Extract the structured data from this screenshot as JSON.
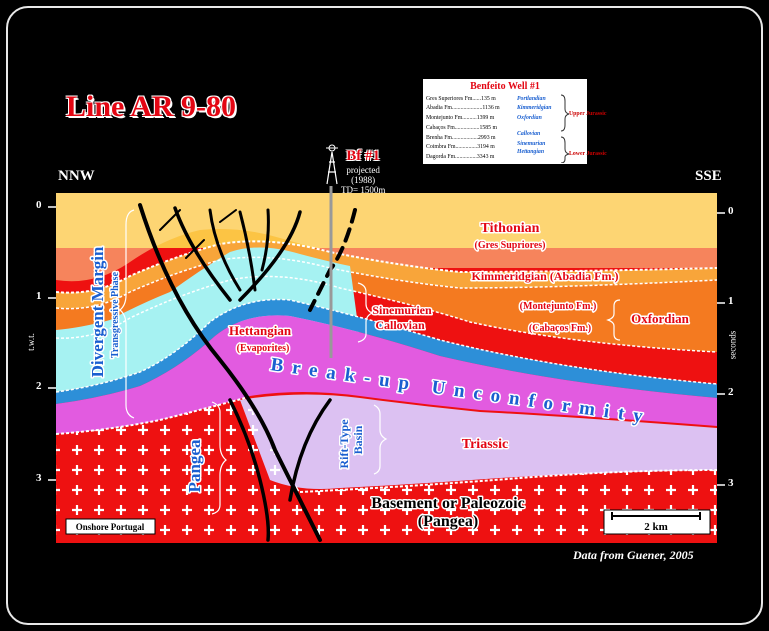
{
  "title": "Line AR 9-80",
  "orientation": {
    "left": "NNW",
    "right": "SSE"
  },
  "time_axis": {
    "left_label": "t.w.t.",
    "right_label": "seconds",
    "ticks": [
      "0",
      "1",
      "2",
      "3"
    ]
  },
  "well": {
    "name": "Bf #1",
    "status": "projected",
    "year": "(1988)",
    "td": "TD= 1500m"
  },
  "legend": {
    "title": "Benfeito Well #1",
    "formations": [
      "Gres Superiores Fm......135 m",
      "Abadia Fm.....................1136 m",
      "Montejunto Fm..........1399 m",
      "Cabaços Fm.................1585 m",
      "Brenha Fm..................2993 m",
      "Coimbra Fm...............3194 m",
      "Dagorda Fm...............3343 m"
    ],
    "stages": [
      "Portlandian",
      "Kimmeridgian",
      "Oxfordian",
      "Callovian",
      "Sinemurian",
      "Hettangian"
    ],
    "periods": [
      "Upper Jurassic",
      "Lower Jurassic"
    ]
  },
  "units": {
    "tithonian": "Tithonian",
    "tithonian_fm": "(Gres Supriores)",
    "kimmeridgian": "Kimmeridgian (Abadia Fm.)",
    "montejunto": "(Montejunto Fm.)",
    "cabacos": "(Cabaços Fm.)",
    "oxfordian": "Oxfordian",
    "sinemurien": "Sinemurien",
    "callovian": "Callovian",
    "hettangian": "Hettangian",
    "evaporites": "(Evaporites)",
    "triassic": "Triassic",
    "basement": "Basement or Paleozoic",
    "pangea_paren": "(Pangea)",
    "breakup": "Break-up Unconformity",
    "divergent": "Divergent Margin",
    "transgressive": "Transgressive Phase",
    "rift": "Rift-Type",
    "basin": "Basin",
    "pangea": "Pangea"
  },
  "location_label": "Onshore Portugal",
  "scale_label": "2 km",
  "credit": "Data from Guener, 2005",
  "colors": {
    "tithonian": "#fcc444",
    "tithonian_light": "#fde49a",
    "kimmeridgian": "#f8a53a",
    "oxfordian": "#f47a20",
    "cyan": "#a6f2f2",
    "blue_band": "#2d8fd8",
    "hettangian": "#e25be0",
    "triassic": "#dcc1f2",
    "basement": "#ee1111",
    "label_red": "#e30613",
    "label_blue": "#1a5fd0"
  }
}
